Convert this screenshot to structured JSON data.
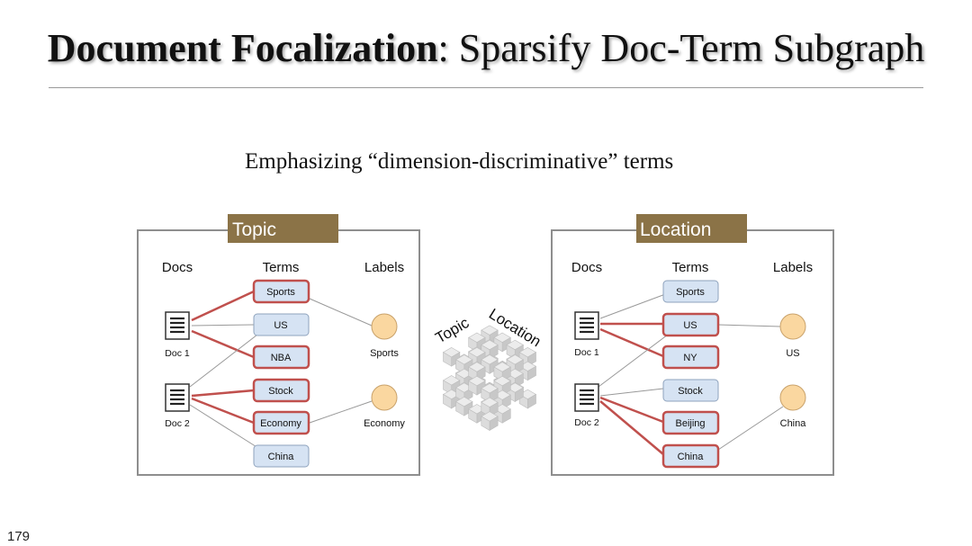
{
  "slide": {
    "title_bold": "Document Focalization",
    "title_rest": ": Sparsify Doc-Term Subgraph",
    "subtitle": "Emphasizing “dimension-discriminative” terms",
    "page_number": "179"
  },
  "colors": {
    "tag_bg": "#8b7347",
    "term_fill": "#d6e3f3",
    "highlight": "#c0504d",
    "label_node": "#fad7a0"
  },
  "topic_panel": {
    "tag": "Topic",
    "headers": {
      "docs": "Docs",
      "terms": "Terms",
      "labels": "Labels"
    },
    "docs": [
      "Doc 1",
      "Doc 2"
    ],
    "terms": [
      "Sports",
      "US",
      "NBA",
      "Stock",
      "Economy",
      "China"
    ],
    "labels": [
      "Sports",
      "Economy"
    ]
  },
  "location_panel": {
    "tag": "Location",
    "headers": {
      "docs": "Docs",
      "terms": "Terms",
      "labels": "Labels"
    },
    "docs": [
      "Doc 1",
      "Doc 2"
    ],
    "terms": [
      "Sports",
      "US",
      "NY",
      "Stock",
      "Beijing",
      "China"
    ],
    "labels": [
      "US",
      "China"
    ]
  },
  "cube": {
    "axis_topic": "Topic",
    "axis_location": "Location"
  }
}
